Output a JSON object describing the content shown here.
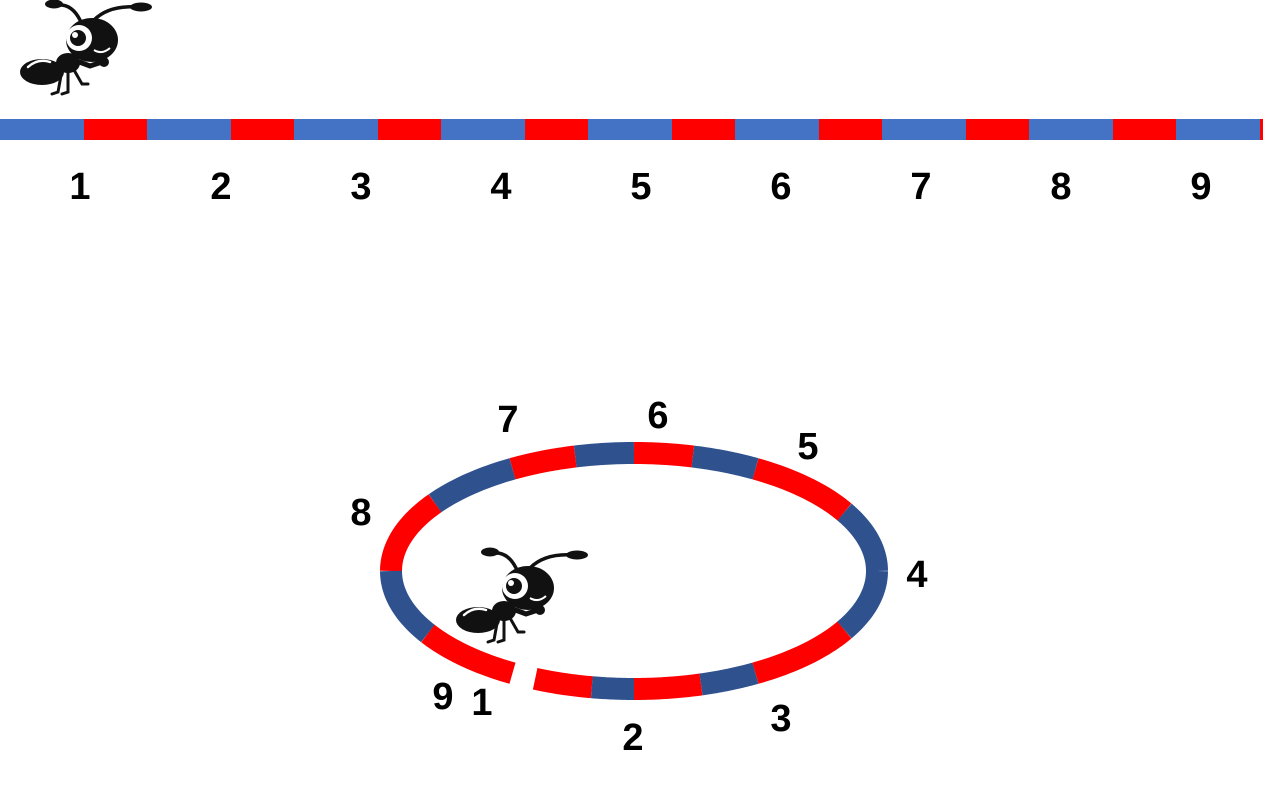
{
  "colors": {
    "linear_blue": "#4472C4",
    "ring_blue": "#2F528F",
    "red": "#FF0000",
    "ant": "#111111",
    "label": "#000000"
  },
  "icons": {
    "ant_top": "ant-icon",
    "ant_ring": "ant-icon"
  },
  "linear_strip": {
    "labels": [
      "1",
      "2",
      "3",
      "4",
      "5",
      "6",
      "7",
      "8",
      "9"
    ]
  },
  "ring_strip": {
    "labels": [
      "9",
      "1",
      "2",
      "3",
      "4",
      "5",
      "6",
      "7",
      "8"
    ]
  }
}
